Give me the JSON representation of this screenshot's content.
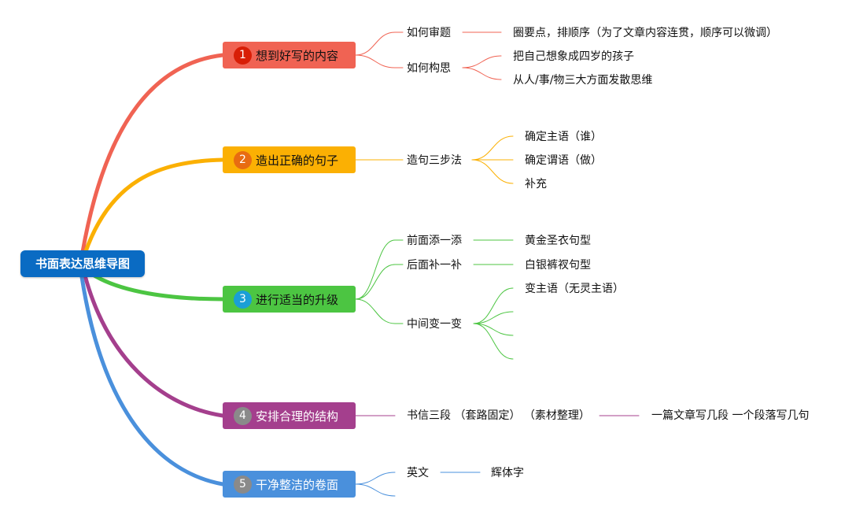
{
  "root": {
    "title": "书面表达思维导图"
  },
  "branches": [
    {
      "number": "1",
      "title": "想到好写的内容",
      "color": "#f06353",
      "badge_color": "#d81e06",
      "children": [
        {
          "label": "如何审题",
          "children": [
            "圈要点，排顺序（为了文章内容连贯，顺序可以微调）"
          ]
        },
        {
          "label": "如何构思",
          "children": [
            "把自己想象成四岁的孩子",
            "从人/事/物三大方面发散思维"
          ]
        }
      ]
    },
    {
      "number": "2",
      "title": "造出正确的句子",
      "color": "#fbb003",
      "badge_color": "#e86c11",
      "children": [
        {
          "label": "造句三步法",
          "children": [
            "确定主语（谁）",
            "确定谓语（做）",
            "补充"
          ]
        }
      ]
    },
    {
      "number": "3",
      "title": "进行适当的升级",
      "color": "#4cc542",
      "badge_color": "#1a9fd6",
      "children": [
        {
          "label": "前面添一添",
          "children": [
            "黄金圣衣句型"
          ]
        },
        {
          "label": "后面补一补",
          "children": [
            "白银裤衩句型"
          ]
        },
        {
          "label": "中间变一变",
          "children": [
            "变主语（无灵主语）",
            "",
            "",
            ""
          ]
        }
      ]
    },
    {
      "number": "4",
      "title": "安排合理的结构",
      "color": "#a43f8d",
      "badge_color": "#8a8a8a",
      "children": [
        {
          "label": "书信三段 （套路固定） （素材整理）",
          "children": [
            "一篇文章写几段 一个段落写几句"
          ]
        }
      ]
    },
    {
      "number": "5",
      "title": "干净整洁的卷面",
      "color": "#4a90dc",
      "badge_color": "#8a8a8a",
      "children": [
        {
          "label": "英文",
          "children": [
            "辉体字"
          ]
        },
        {
          "label": "",
          "children": []
        }
      ]
    }
  ]
}
